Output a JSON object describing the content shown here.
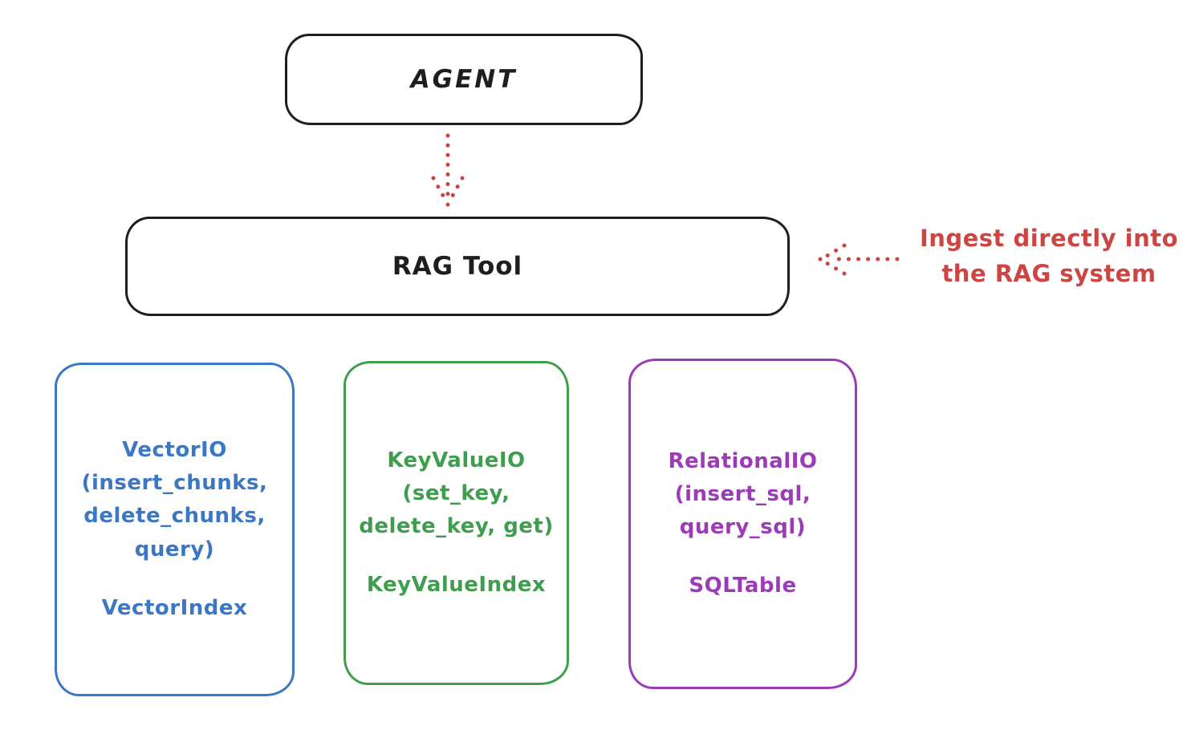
{
  "colors": {
    "ink": "#1e1e1e",
    "red": "#cc4542",
    "blue": "#3b77c4",
    "green": "#3f9e4d",
    "purple": "#9c3ab8",
    "background": "#ffffff"
  },
  "agent_box": {
    "label": "AGENT"
  },
  "rag_tool_box": {
    "label": "RAG Tool"
  },
  "annotation": {
    "line1": "Ingest directly into",
    "line2": "the RAG system"
  },
  "arrows": [
    {
      "name": "arrow-agent-to-ragtool",
      "style": "dotted",
      "direction": "down"
    },
    {
      "name": "arrow-ingest",
      "style": "dotted",
      "direction": "left"
    }
  ],
  "backends": [
    {
      "title_lines": [
        "VectorIO",
        "(insert_chunks,",
        "delete_chunks,",
        "query)"
      ],
      "subtitle": "VectorIndex",
      "color": "#3b77c4"
    },
    {
      "title_lines": [
        "KeyValueIO",
        "(set_key,",
        "delete_key, get)"
      ],
      "subtitle": "KeyValueIndex",
      "color": "#3f9e4d"
    },
    {
      "title_lines": [
        "RelationalIO",
        "(insert_sql,",
        "query_sql)"
      ],
      "subtitle": "SQLTable",
      "color": "#9c3ab8"
    }
  ]
}
